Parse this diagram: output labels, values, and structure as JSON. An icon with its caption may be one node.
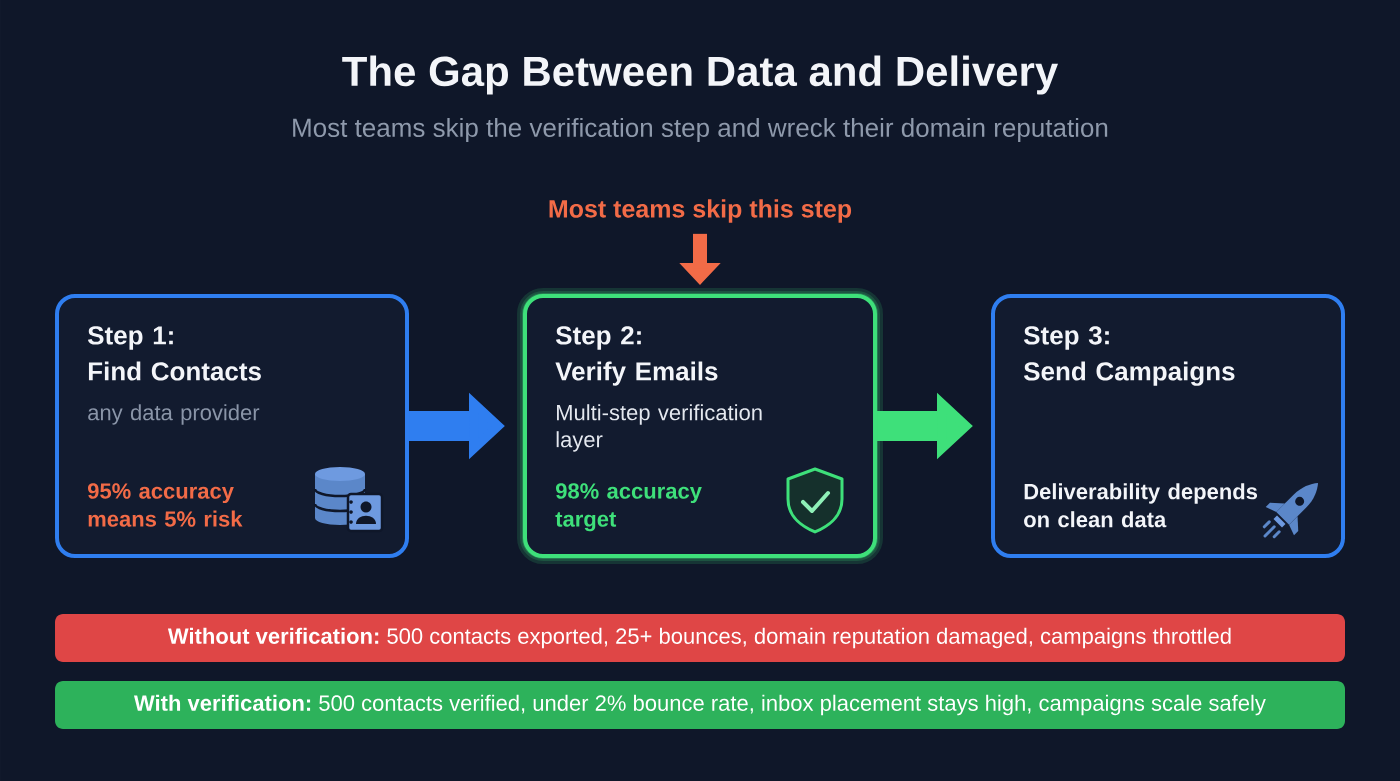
{
  "diagram": {
    "title": "The Gap Between Data and Delivery",
    "nodes": [
      {
        "text": [
          "Most teams skip this step"
        ]
      },
      {
        "text": [
          "Step 1: Find Contacts",
          "any data provider",
          "95% accuracy means 5% risk"
        ]
      },
      {
        "text": [
          "Step 2: Verify Emails",
          "Multi-step verification layer",
          "98% accuracy target"
        ]
      },
      {
        "text": [
          "Step 3: Send Campaigns",
          "Deliverability depends on clean data"
        ]
      },
      {
        "text": [
          "**Without verification:** 500 contacts exported, 25+ bounces, domain reputation damaged, campaigns throttled"
        ]
      },
      {
        "text": [
          "**With verification:** 500 contacts verified, under 2% bounce rate, inbox placement stays high, campaigns scale safely"
        ]
      }
    ],
    "edges": [
      {
        "from": 1,
        "to": 2,
        "arrow": "to",
        "color": "#2f7ef0"
      },
      {
        "from": 2,
        "to": 3,
        "arrow": "to",
        "color": "#3ee07a"
      },
      {
        "from": 0,
        "to": 2,
        "arrow": "to",
        "color": "#f26b47"
      }
    ],
    "labels": [
      "Most teams skip the verification step and wreck their domain reputation"
    ]
  }
}
